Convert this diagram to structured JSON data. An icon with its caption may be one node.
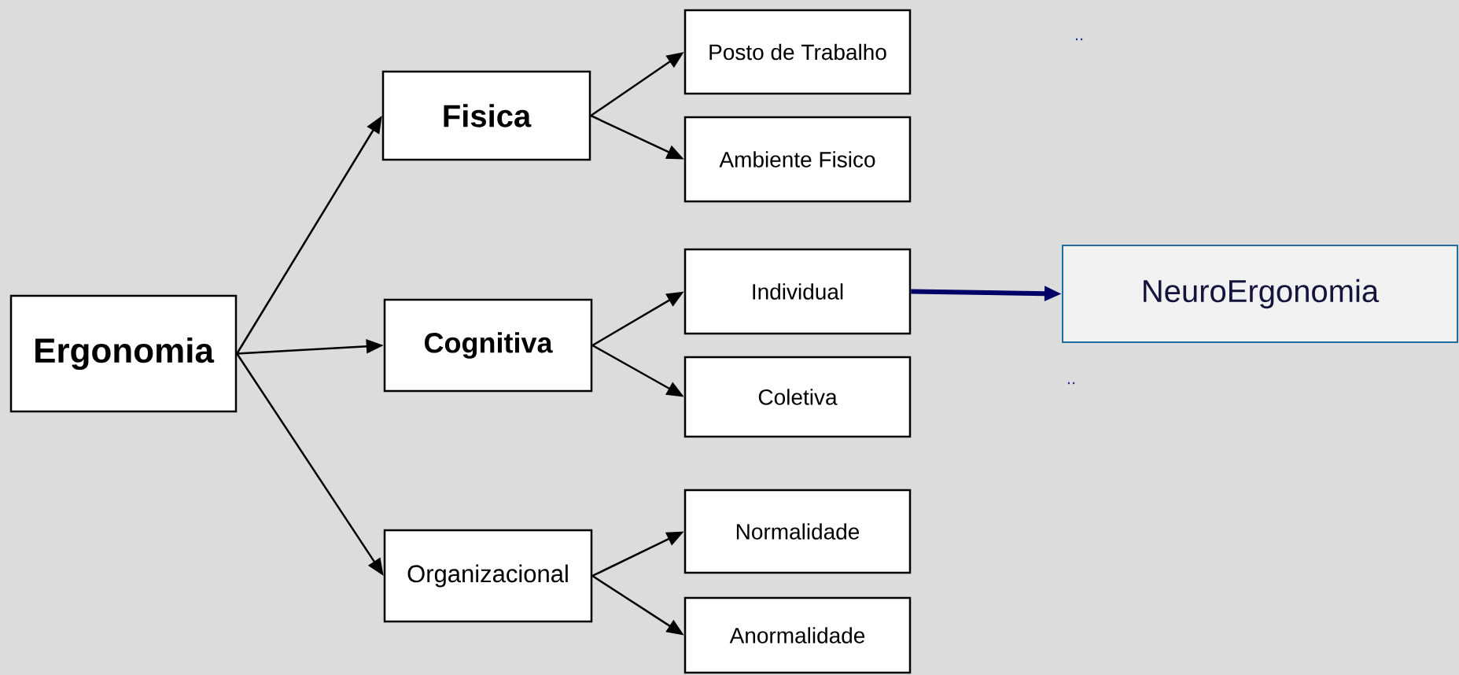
{
  "diagram": {
    "nodes": [
      {
        "text": [
          "Ergonomia"
        ]
      },
      {
        "text": [
          "Fisica"
        ]
      },
      {
        "text": [
          "Posto de Trabalho"
        ]
      },
      {
        "text": [
          "Ambiente Fisico"
        ]
      },
      {
        "text": [
          "Cognitiva"
        ]
      },
      {
        "text": [
          "Individual"
        ]
      },
      {
        "text": [
          "Coletiva"
        ]
      },
      {
        "text": [
          "Organizacional"
        ]
      },
      {
        "text": [
          "Normalidade"
        ]
      },
      {
        "text": [
          "Anormalidade"
        ]
      },
      {
        "text": [
          "NeuroErgonomia"
        ]
      }
    ],
    "edges": [
      {
        "from": 0,
        "to": 1,
        "arrow": "to"
      },
      {
        "from": 0,
        "to": 4,
        "arrow": "to"
      },
      {
        "from": 0,
        "to": 7,
        "arrow": "to"
      },
      {
        "from": 1,
        "to": 2,
        "arrow": "to"
      },
      {
        "from": 1,
        "to": 3,
        "arrow": "to"
      },
      {
        "from": 4,
        "to": 5,
        "arrow": "to"
      },
      {
        "from": 4,
        "to": 6,
        "arrow": "to"
      },
      {
        "from": 7,
        "to": 8,
        "arrow": "to"
      },
      {
        "from": 7,
        "to": 9,
        "arrow": "to"
      },
      {
        "from": 5,
        "to": 10,
        "arrow": "to",
        "style": "thick",
        "color": "#000066"
      }
    ],
    "labels": [
      "..",
      ".."
    ]
  }
}
